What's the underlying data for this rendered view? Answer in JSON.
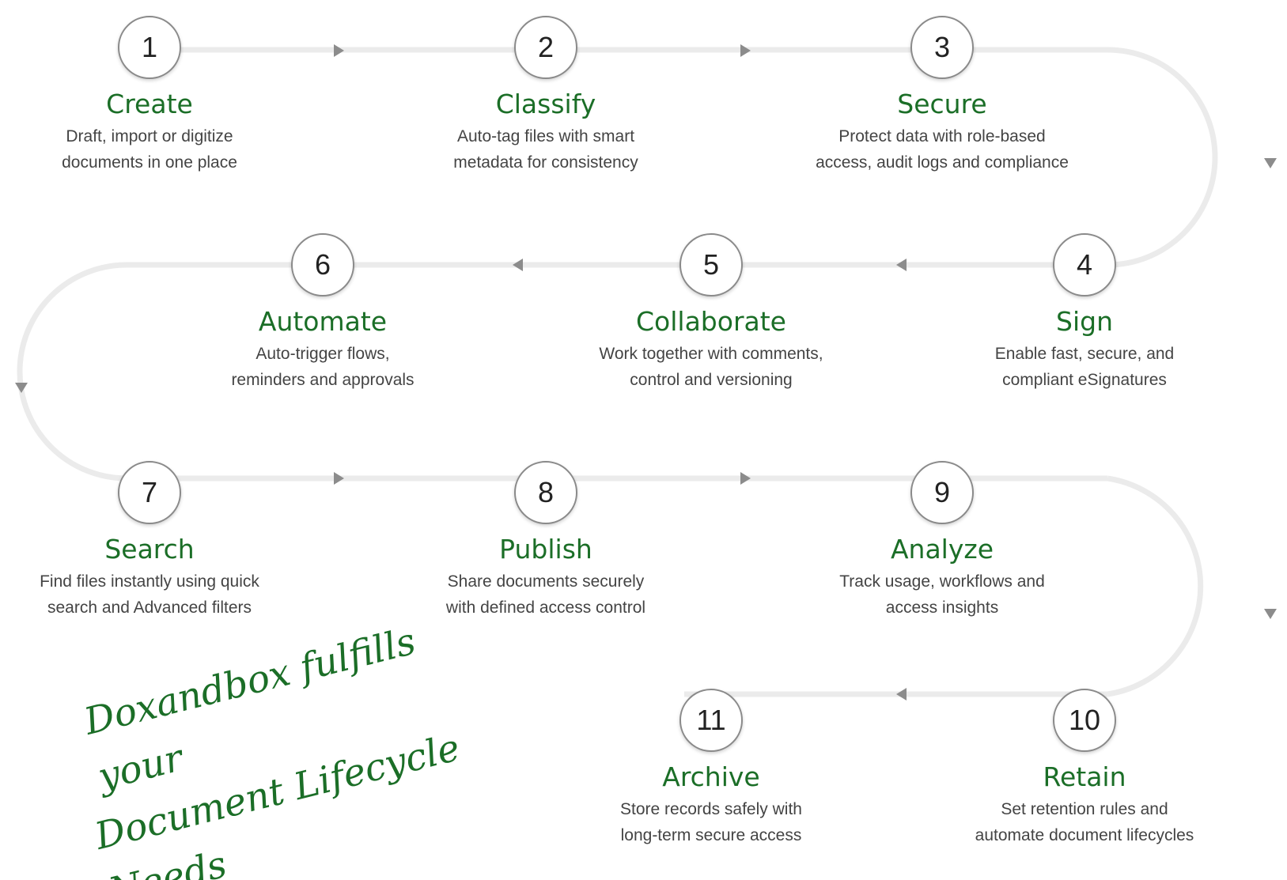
{
  "steps": [
    {
      "number": "1",
      "title": "Create",
      "desc1": "Draft, import or digitize",
      "desc2": "documents in one place"
    },
    {
      "number": "2",
      "title": "Classify",
      "desc1": "Auto-tag files with smart",
      "desc2": "metadata for consistency"
    },
    {
      "number": "3",
      "title": "Secure",
      "desc1": "Protect data with role-based",
      "desc2": "access, audit logs and compliance"
    },
    {
      "number": "4",
      "title": "Sign",
      "desc1": "Enable fast, secure, and",
      "desc2": "compliant eSignatures"
    },
    {
      "number": "5",
      "title": "Collaborate",
      "desc1": "Work together with comments,",
      "desc2": "control and versioning"
    },
    {
      "number": "6",
      "title": "Automate",
      "desc1": "Auto-trigger flows,",
      "desc2": "reminders and approvals"
    },
    {
      "number": "7",
      "title": "Search",
      "desc1": "Find files instantly using quick",
      "desc2": "search and Advanced filters"
    },
    {
      "number": "8",
      "title": "Publish",
      "desc1": "Share documents securely",
      "desc2": "with defined access control"
    },
    {
      "number": "9",
      "title": "Analyze",
      "desc1": "Track usage, workflows and",
      "desc2": "access insights"
    },
    {
      "number": "10",
      "title": "Retain",
      "desc1": "Set retention rules and",
      "desc2": "automate document lifecycles"
    },
    {
      "number": "11",
      "title": "Archive",
      "desc1": "Store records safely with",
      "desc2": "long-term secure access"
    }
  ],
  "tagline": {
    "line1": "Doxandbox fulfills your",
    "line2": "Document Lifecycle Needs"
  },
  "colors": {
    "accent": "#1b6e27",
    "path": "#ebebeb",
    "arrow": "#8c8c8c",
    "circle_border": "#8a8a8a"
  }
}
